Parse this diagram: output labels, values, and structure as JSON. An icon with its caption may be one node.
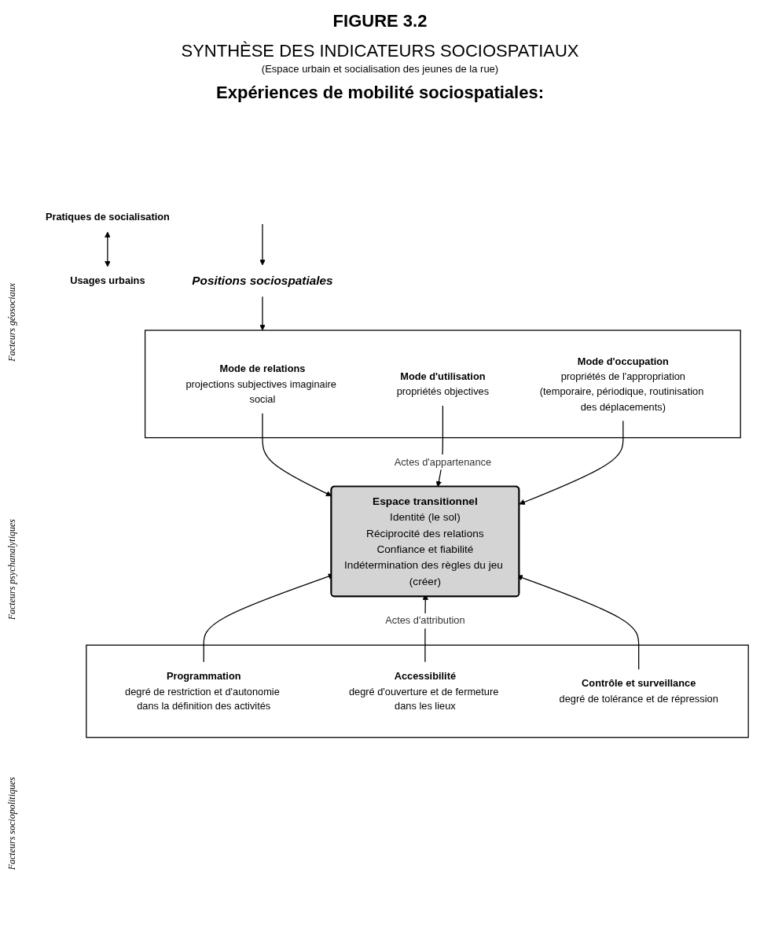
{
  "diagram": {
    "title": "FIGURE 3.2",
    "nodes": [
      {
        "text": [
          "Pratiques de socialisation"
        ]
      },
      {
        "text": [
          "Usages urbains"
        ]
      },
      {
        "text": [
          "Positions sociospatiales"
        ]
      },
      {
        "text": [],
        "shape": "box"
      },
      {
        "text": [
          "Mode de relations",
          "projections subjectives imaginaire social"
        ],
        "in": 3
      },
      {
        "text": [
          "Mode d'utilisation",
          "propriétés objectives"
        ],
        "in": 3
      },
      {
        "text": [
          "Mode d'occupation",
          "propriétés de l'appropriation",
          "(temporaire, périodique, routinisation des déplacements)"
        ],
        "in": 3
      },
      {
        "text": [
          "Espace transitionnel",
          "Identité (le sol)",
          "Réciprocité des relations",
          "Confiance et fiabilité",
          "Indétermination des règles du jeu (créer)"
        ]
      },
      {
        "text": [],
        "shape": "box"
      },
      {
        "text": [
          "Programmation",
          "degré de restriction et d'autonomie dans la définition des activités"
        ],
        "in": 8
      },
      {
        "text": [
          "Accessibilité",
          "degré d'ouverture et de fermeture dans les lieux"
        ],
        "in": 8
      },
      {
        "text": [
          "Contrôle et surveillance",
          "degré de tolérance et de répression"
        ],
        "in": 8
      }
    ],
    "edges": [
      {
        "from": 0,
        "to": 1,
        "arrow": "both"
      },
      {
        "from": null,
        "to": 2,
        "arrow": "to"
      },
      {
        "from": 2,
        "to": 3,
        "arrow": "to"
      },
      {
        "from": 4,
        "to": 7,
        "arrow": "to"
      },
      {
        "from": 5,
        "to": 7,
        "arrow": "to",
        "label": "Actes d'appartenance"
      },
      {
        "from": 6,
        "to": 7,
        "arrow": "to"
      },
      {
        "from": 9,
        "to": 7,
        "arrow": "to"
      },
      {
        "from": 10,
        "to": 7,
        "arrow": "to",
        "label": "Actes d'attribution"
      },
      {
        "from": 11,
        "to": 7,
        "arrow": "to"
      }
    ],
    "labels": [
      "SYNTHÈSE DES INDICATEURS SOCIOSPATIAUX",
      "(Espace urbain et socialisation des jeunes de la rue)",
      "Expériences de mobilité sociospatiales:",
      "Facteurs géosociaux",
      "Facteurs psychanalytiques",
      "Facteurs sociopolitiques"
    ]
  }
}
